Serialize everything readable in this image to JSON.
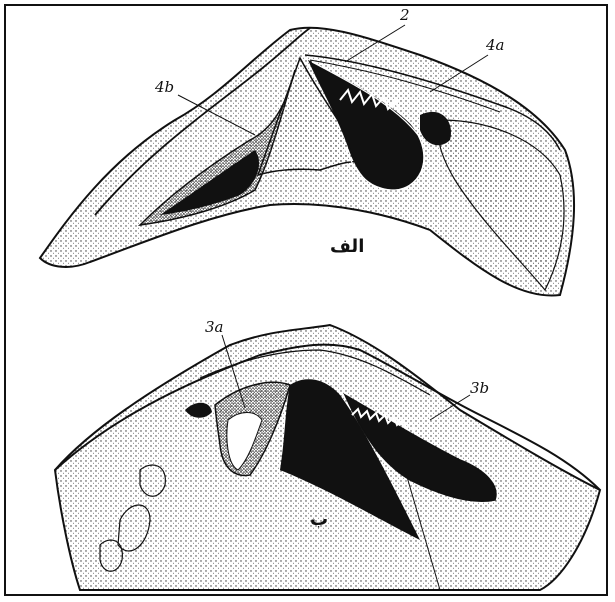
{
  "figure": {
    "panel_a": {
      "caption": "الف",
      "labels": {
        "l2": "2",
        "l4a": "4a",
        "l4b": "4b"
      }
    },
    "panel_b": {
      "caption": "ب",
      "labels": {
        "l3a": "3a",
        "l3b": "3b"
      }
    }
  },
  "colors": {
    "ink": "#111111",
    "stipple": "#3a3a3a",
    "paper": "#ffffff"
  }
}
